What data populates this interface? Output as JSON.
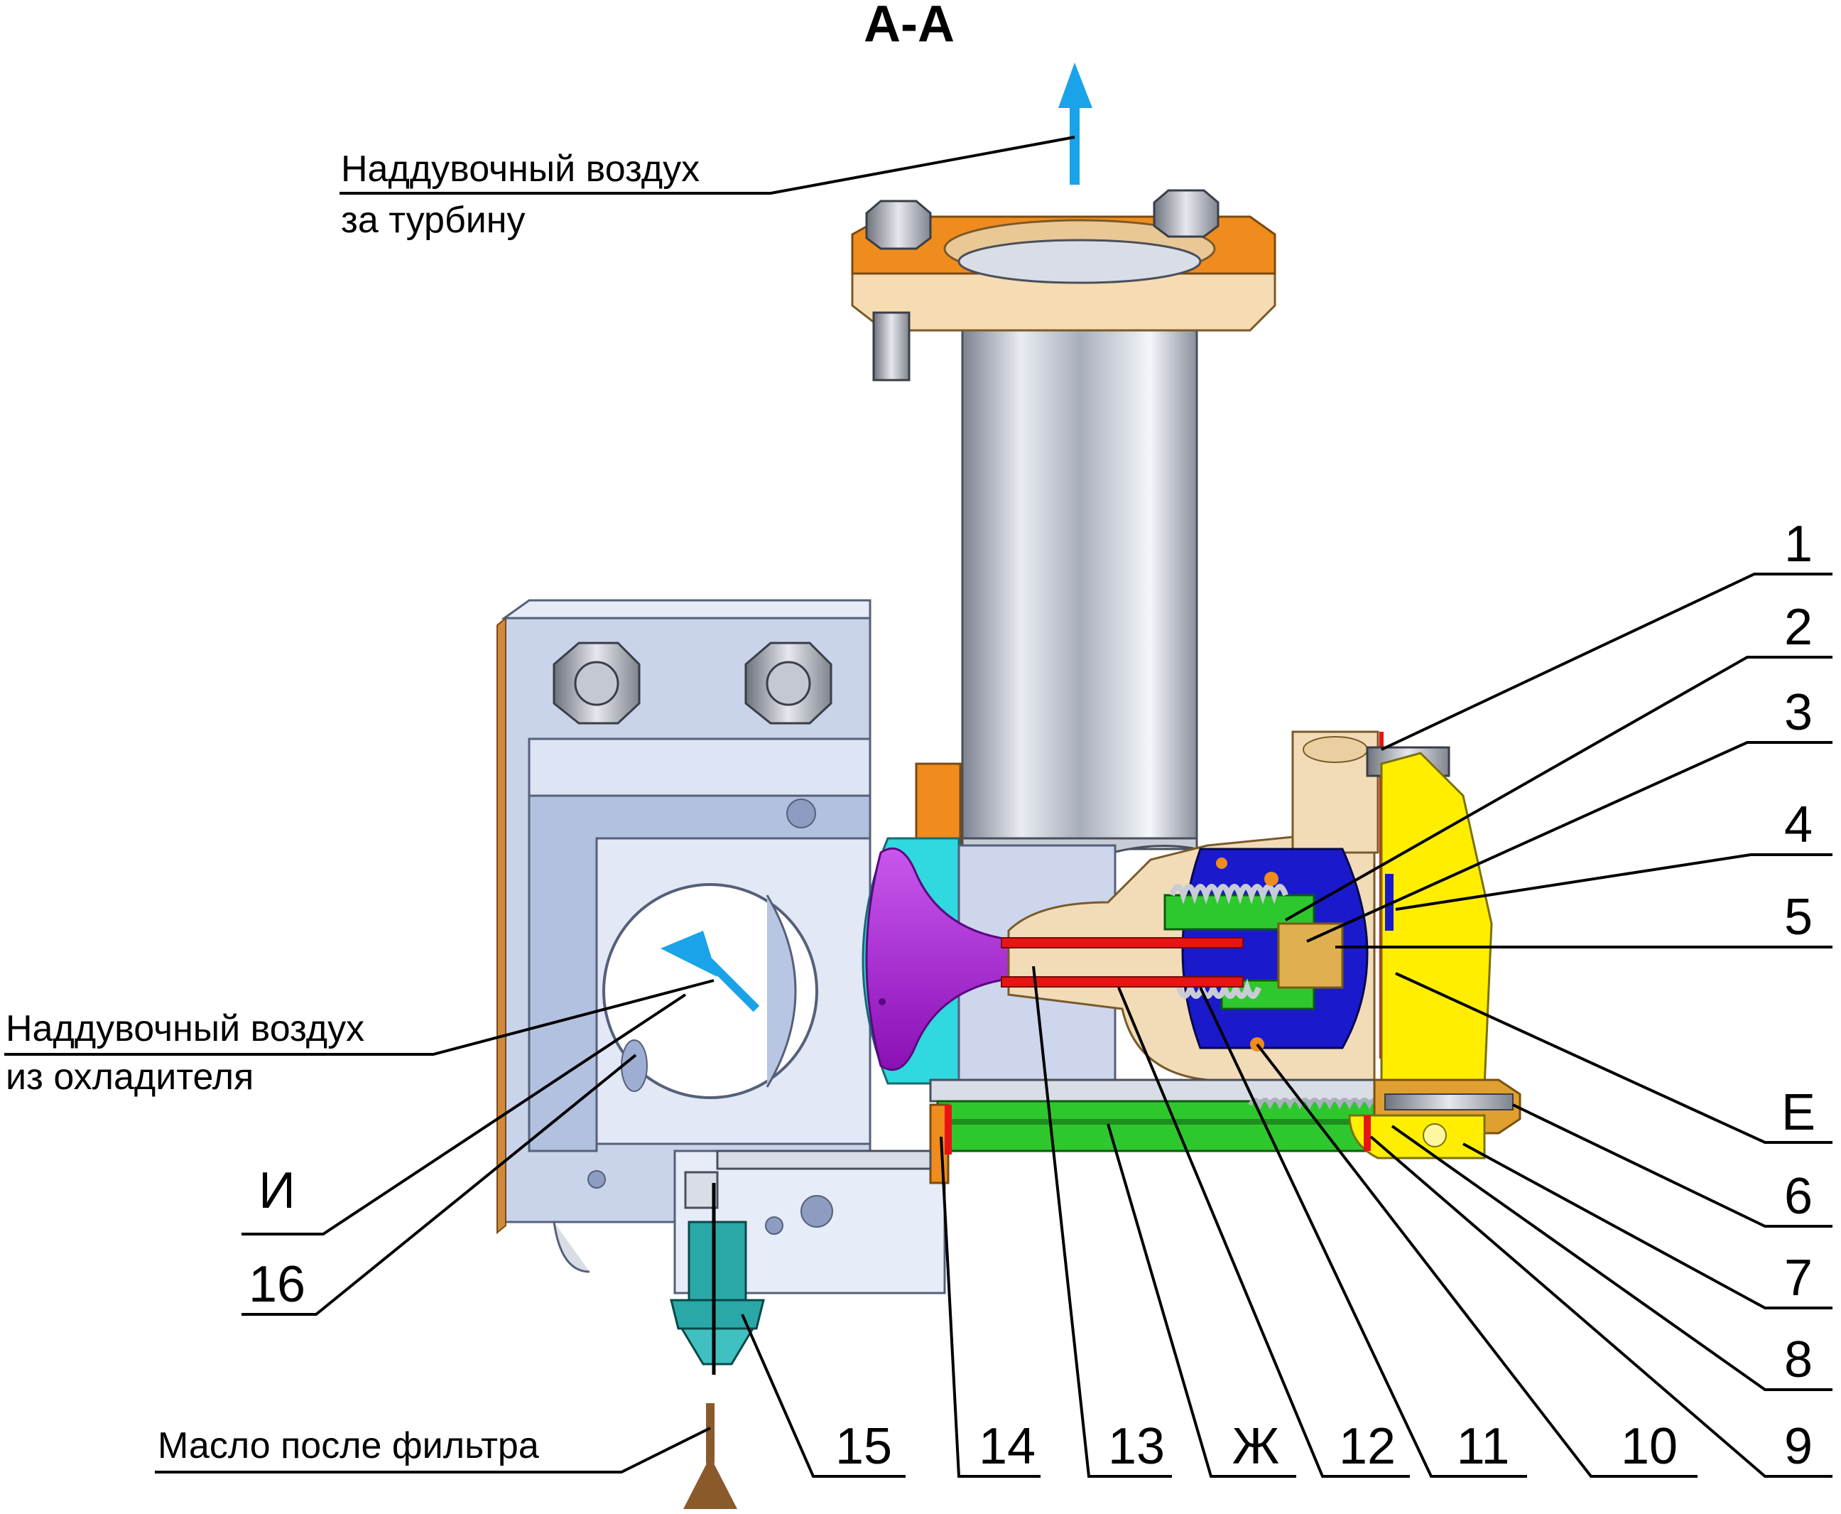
{
  "title": "А-А",
  "annotations": {
    "air_out_line1": "Наддувочный воздух",
    "air_out_line2": "за турбину",
    "air_in_line1": "Наддувочный воздух",
    "air_in_line2": "из охладителя",
    "oil": "Масло после фильтра"
  },
  "labels": {
    "n1": "1",
    "n2": "2",
    "n3": "3",
    "n4": "4",
    "n5": "5",
    "E": "Е",
    "n6": "6",
    "n7": "7",
    "n8": "8",
    "n9": "9",
    "n10": "10",
    "n11": "11",
    "n12": "12",
    "Zh": "Ж",
    "n13": "13",
    "n14": "14",
    "n15": "15",
    "n16": "16",
    "I": "И"
  },
  "colors": {
    "air_arrow": "#1aa3e8",
    "oil_arrow": "#8a5a2b",
    "housing": "#b8c8e8",
    "flange": "#f08c1e",
    "valve": "#b020d8",
    "blue_part": "#1a1acc",
    "green_part": "#2ec82e",
    "yellow_part": "#ffee00",
    "red_seal": "#e81414",
    "beige": "#f2dcb8",
    "cyan_part": "#30d8e0",
    "teal_fitting": "#2aa8a8"
  }
}
